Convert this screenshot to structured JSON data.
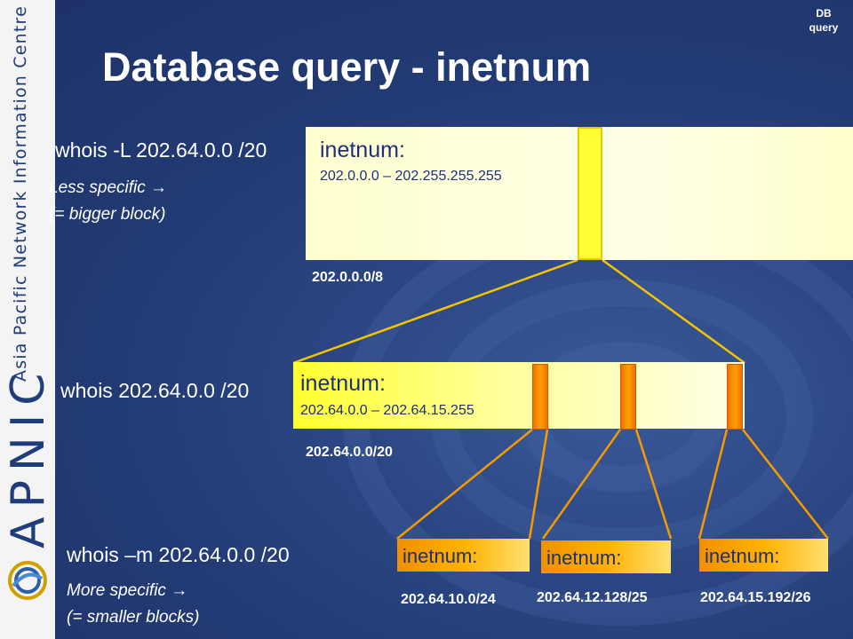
{
  "top_label": {
    "line1": "DB",
    "line2": "query"
  },
  "title": "Database query - inetnum",
  "sidebar": {
    "org_name": "Asia Pacific Network Information Centre",
    "brand": "APNIC"
  },
  "query_less": {
    "command": "whois -L 202.64.0.0 /20",
    "note_line1": "Less specific ",
    "note_line2": "(= bigger block)"
  },
  "query_exact": {
    "command": "whois 202.64.0.0 /20"
  },
  "query_more": {
    "command": "whois –m 202.64.0.0 /20",
    "note_line1": "More specific ",
    "note_line2": "(= smaller blocks)"
  },
  "arrow_glyph": "→",
  "block_big": {
    "title": "inetnum:",
    "range": "202.0.0.0 – 202.255.255.255",
    "prefix": "202.0.0.0/8"
  },
  "block_mid": {
    "title": "inetnum:",
    "range": "202.64.0.0 – 202.64.15.255",
    "prefix": "202.64.0.0/20"
  },
  "blocks_small": [
    {
      "title": "inetnum:",
      "prefix": "202.64.10.0/24"
    },
    {
      "title": "inetnum:",
      "prefix": "202.64.12.128/25"
    },
    {
      "title": "inetnum:",
      "prefix": "202.64.15.192/26"
    }
  ],
  "colors": {
    "background": "#23386e",
    "big_box": "#ffffe0",
    "mid_box": "#ffff66",
    "small_box": "#ffa500",
    "connector": "#f5c400",
    "orange_connector": "#f59a00",
    "text_dark": "#1f2f7a"
  }
}
